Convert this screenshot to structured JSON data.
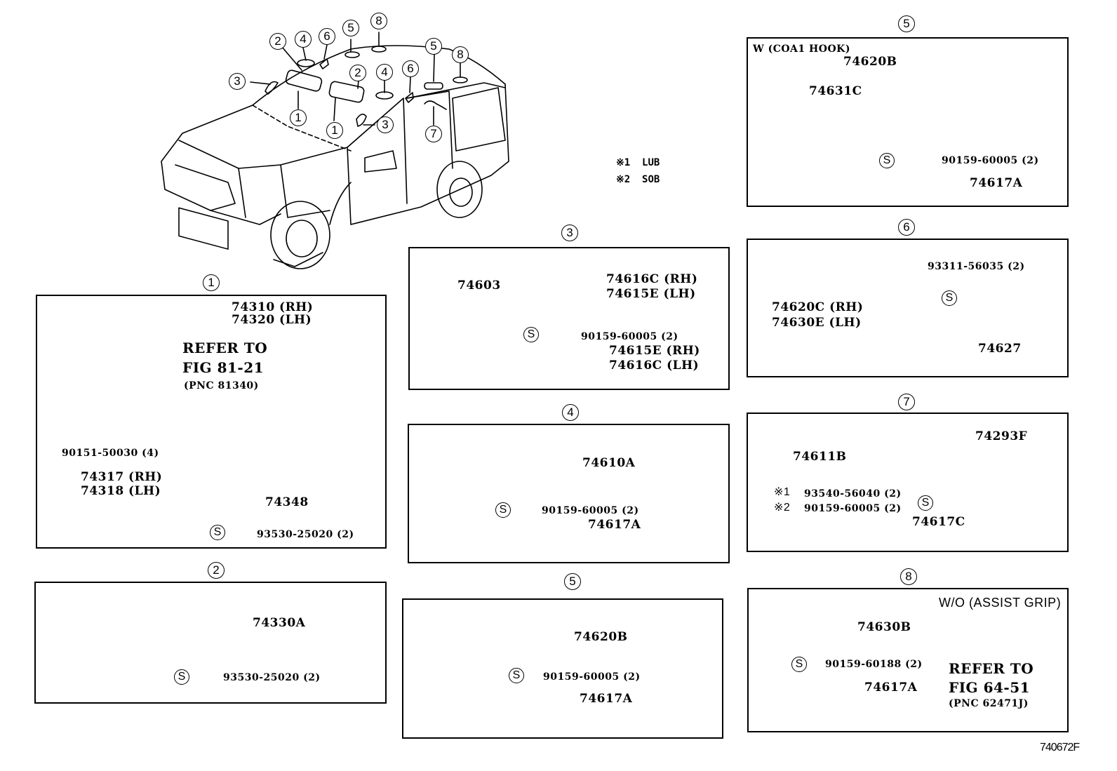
{
  "figure_id": "740672F",
  "legend": [
    {
      "mark": "※1",
      "code": "LUB"
    },
    {
      "mark": "※2",
      "code": "SOB"
    }
  ],
  "overview": {
    "callouts": [
      "3",
      "2",
      "4",
      "6",
      "5",
      "8",
      "2",
      "4",
      "6",
      "5",
      "8",
      "1",
      "1",
      "3",
      "7"
    ]
  },
  "panels": {
    "p1": {
      "number": "1",
      "labels": {
        "visor_rh": "74310 (RH)",
        "visor_lh": "74320 (LH)",
        "refer1": "REFER TO",
        "refer2": "FIG 81-21",
        "refer3": "(PNC 81340)",
        "screw": "90151-50030 (4)",
        "holder_rh": "74317 (RH)",
        "holder_lh": "74318 (LH)",
        "bracket": "74348",
        "s_part": "93530-25020 (2)"
      }
    },
    "p2": {
      "number": "2",
      "labels": {
        "visor": "74330A",
        "s_part": "93530-25020 (2)"
      }
    },
    "p3": {
      "number": "3",
      "labels": {
        "grip": "74603",
        "cap1_rh": "74616C (RH)",
        "cap1_lh": "74615E (LH)",
        "s_part": "90159-60005 (2)",
        "cap2_rh": "74615E (RH)",
        "cap2_lh": "74616C (LH)"
      }
    },
    "p4": {
      "number": "4",
      "labels": {
        "grip": "74610A",
        "s_part": "90159-60005 (2)",
        "cap": "74617A"
      }
    },
    "p5a": {
      "number": "5",
      "labels": {
        "grip": "74620B",
        "s_part": "90159-60005 (2)",
        "cap": "74617A"
      }
    },
    "p5b": {
      "number": "5",
      "labels": {
        "condition": "W (COA1  HOOK)",
        "grip": "74620B",
        "hook": "74631C",
        "s_part": "90159-60005 (2)",
        "cap": "74617A"
      }
    },
    "p6": {
      "number": "6",
      "labels": {
        "s_part": "93311-56035 (2)",
        "grip_rh": "74620C (RH)",
        "grip_lh": "74630E (LH)",
        "clip": "74627"
      }
    },
    "p7": {
      "number": "7",
      "labels": {
        "grip": "74611B",
        "bracket": "74293F",
        "s1_mark": "※1",
        "s1_part": "93540-56040 (2)",
        "s2_mark": "※2",
        "s2_part": "90159-60005 (2)",
        "cap": "74617C"
      }
    },
    "p8": {
      "number": "8",
      "labels": {
        "grip": "74630B",
        "s_part": "90159-60188 (2)",
        "cap": "74617A",
        "condition": "W/O (ASSIST GRIP)",
        "refer1": "REFER TO",
        "refer2": "FIG 64-51",
        "refer3": "(PNC 62471J)"
      }
    }
  },
  "s_symbol": "S"
}
